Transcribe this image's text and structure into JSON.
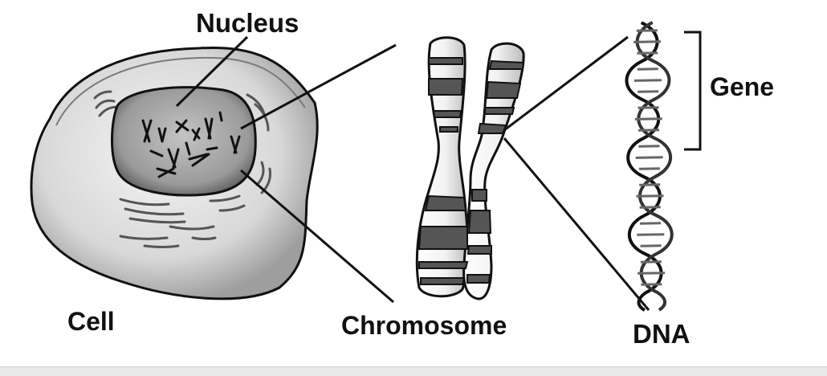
{
  "labels": {
    "nucleus": "Nucleus",
    "gene": "Gene",
    "cell": "Cell",
    "chromosome": "Chromosome",
    "dna": "DNA"
  },
  "colors": {
    "ink": "#111111",
    "cell_fill": "#d9d9d9",
    "nucleus_fill": "#9a9a9a",
    "band_dark": "#555555"
  }
}
